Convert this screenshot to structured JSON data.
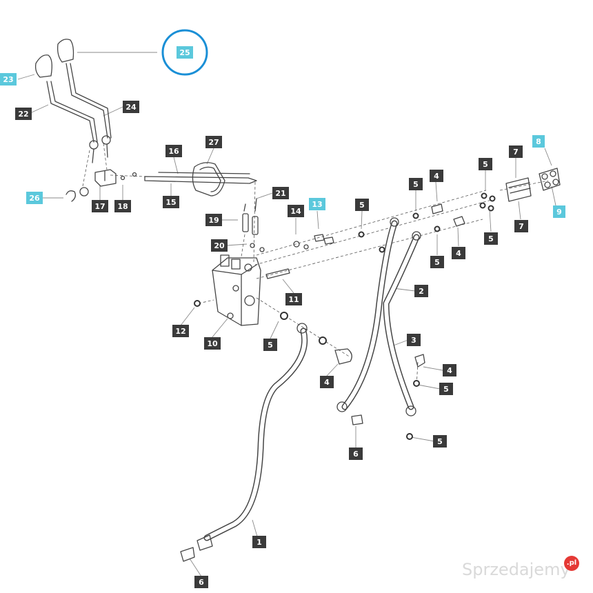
{
  "colors": {
    "label_dark": "#3a3a3a",
    "label_cyan": "#5bc8dc",
    "highlight_ring": "#1a8fd6",
    "line": "#444444",
    "leader": "#777777",
    "watermark": "#d9d9d9",
    "watermark_badge": "#e53935"
  },
  "watermark": {
    "text": "Sprzedajemy",
    "badge": ".pl"
  },
  "callouts": [
    {
      "id": "c1",
      "text": "1",
      "style": "dark"
    },
    {
      "id": "c2",
      "text": "2",
      "style": "dark"
    },
    {
      "id": "c3",
      "text": "3",
      "style": "dark"
    },
    {
      "id": "c4a",
      "text": "4",
      "style": "dark"
    },
    {
      "id": "c4b",
      "text": "4",
      "style": "dark"
    },
    {
      "id": "c4c",
      "text": "4",
      "style": "dark"
    },
    {
      "id": "c4d",
      "text": "4",
      "style": "dark"
    },
    {
      "id": "c5a",
      "text": "5",
      "style": "dark"
    },
    {
      "id": "c5b",
      "text": "5",
      "style": "dark"
    },
    {
      "id": "c5c",
      "text": "5",
      "style": "dark"
    },
    {
      "id": "c5d",
      "text": "5",
      "style": "dark"
    },
    {
      "id": "c5e",
      "text": "5",
      "style": "dark"
    },
    {
      "id": "c5f",
      "text": "5",
      "style": "dark"
    },
    {
      "id": "c5g",
      "text": "5",
      "style": "dark"
    },
    {
      "id": "c5h",
      "text": "5",
      "style": "dark"
    },
    {
      "id": "c6a",
      "text": "6",
      "style": "dark"
    },
    {
      "id": "c6b",
      "text": "6",
      "style": "dark"
    },
    {
      "id": "c7a",
      "text": "7",
      "style": "dark"
    },
    {
      "id": "c7b",
      "text": "7",
      "style": "dark"
    },
    {
      "id": "c8",
      "text": "8",
      "style": "cyan"
    },
    {
      "id": "c9",
      "text": "9",
      "style": "cyan"
    },
    {
      "id": "c10",
      "text": "10",
      "style": "dark"
    },
    {
      "id": "c11",
      "text": "11",
      "style": "dark"
    },
    {
      "id": "c12",
      "text": "12",
      "style": "dark"
    },
    {
      "id": "c13",
      "text": "13",
      "style": "cyan"
    },
    {
      "id": "c14",
      "text": "14",
      "style": "dark"
    },
    {
      "id": "c15",
      "text": "15",
      "style": "dark"
    },
    {
      "id": "c16",
      "text": "16",
      "style": "dark"
    },
    {
      "id": "c17",
      "text": "17",
      "style": "dark"
    },
    {
      "id": "c18",
      "text": "18",
      "style": "dark"
    },
    {
      "id": "c19",
      "text": "19",
      "style": "dark"
    },
    {
      "id": "c20",
      "text": "20",
      "style": "dark"
    },
    {
      "id": "c21",
      "text": "21",
      "style": "dark"
    },
    {
      "id": "c22",
      "text": "22",
      "style": "dark"
    },
    {
      "id": "c23",
      "text": "23",
      "style": "cyan"
    },
    {
      "id": "c24",
      "text": "24",
      "style": "dark"
    },
    {
      "id": "c25",
      "text": "25",
      "style": "cyan"
    },
    {
      "id": "c26",
      "text": "26",
      "style": "cyan"
    },
    {
      "id": "c27",
      "text": "27",
      "style": "dark"
    }
  ]
}
